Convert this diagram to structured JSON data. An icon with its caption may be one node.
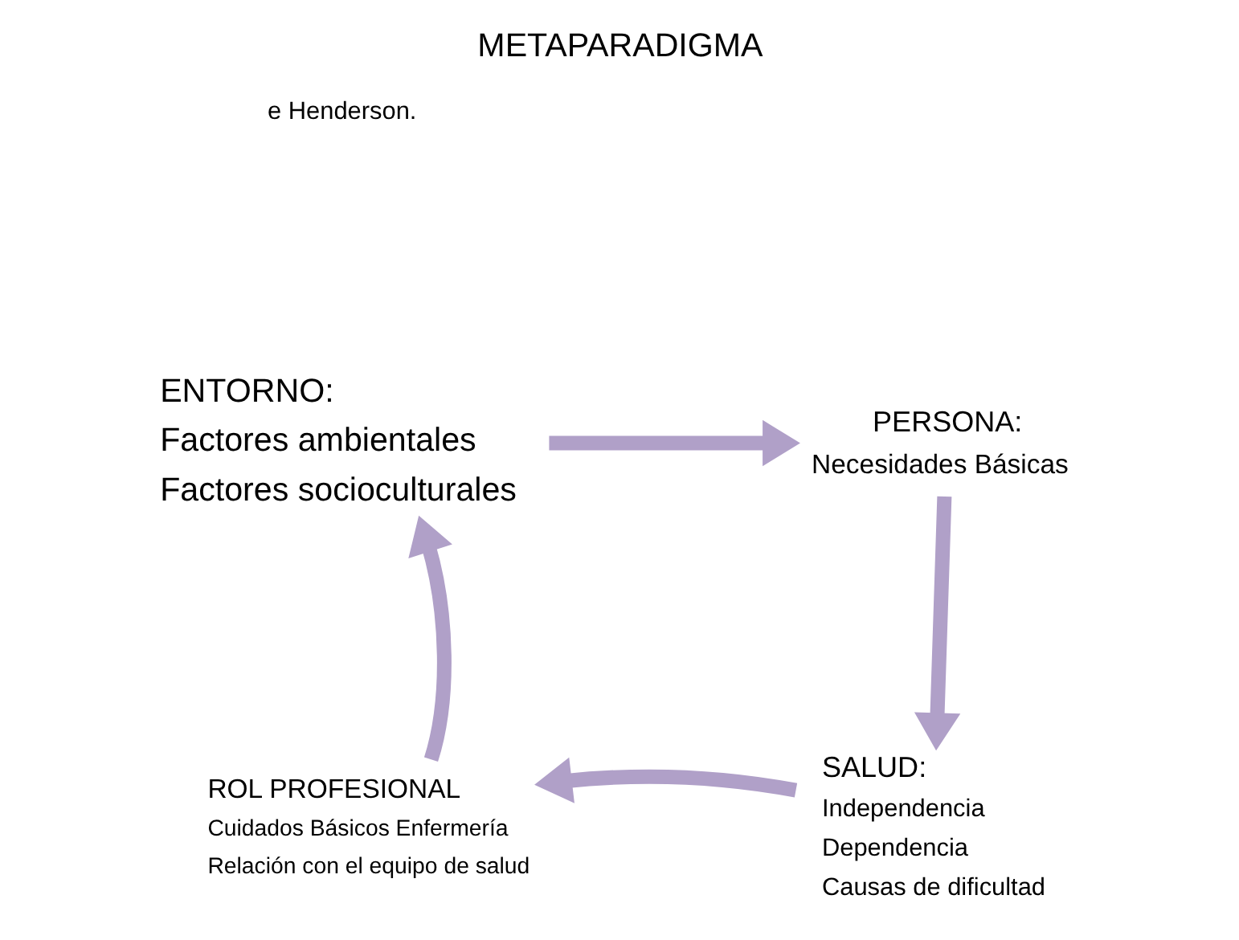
{
  "diagram": {
    "title": "METAPARADIGMA",
    "nodes": [
      {
        "text": [
          "ENTORNO:",
          "Factores ambientales",
          "Factores socioculturales"
        ]
      },
      {
        "text": [
          "PERSONA:",
          "Necesidades Básicas"
        ]
      },
      {
        "text": [
          "SALUD:",
          "Independencia",
          "Dependencia",
          "Causas de dificultad"
        ]
      },
      {
        "text": [
          "ROL PROFESIONAL",
          "Cuidados Básicos Enfermería",
          "Relación con el equipo de salud"
        ]
      }
    ],
    "edges": [
      {
        "from": 0,
        "to": 1,
        "arrow": "to"
      },
      {
        "from": 1,
        "to": 2,
        "arrow": "to"
      },
      {
        "from": 2,
        "to": 3,
        "arrow": "to"
      },
      {
        "from": 3,
        "to": 0,
        "arrow": "to"
      }
    ],
    "labels": [
      "e Henderson."
    ]
  }
}
